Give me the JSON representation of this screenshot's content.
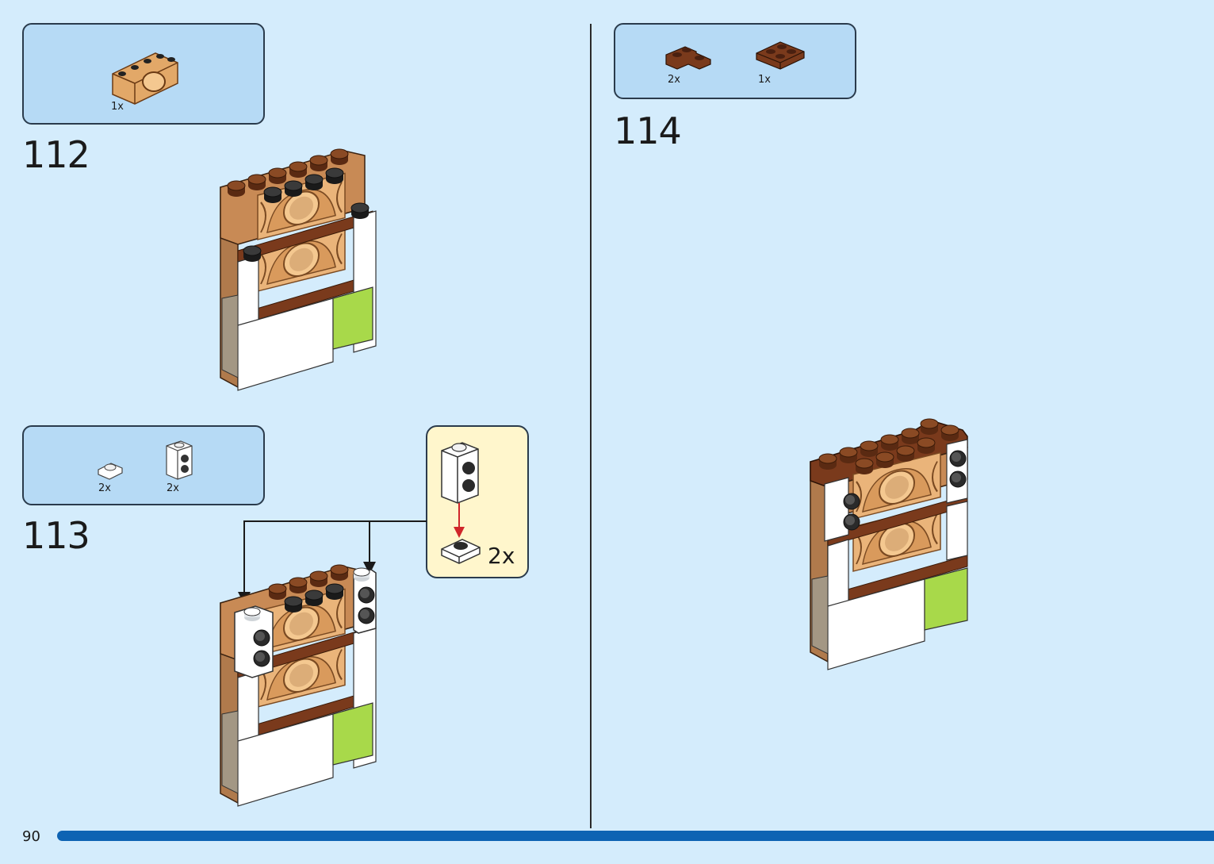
{
  "page": {
    "number": "90"
  },
  "steps": [
    {
      "number": "112",
      "parts": [
        {
          "qty": "1x",
          "icon": "tan-arch-brick-icon"
        }
      ]
    },
    {
      "number": "113",
      "parts": [
        {
          "qty": "2x",
          "icon": "white-round-plate-icon"
        },
        {
          "qty": "2x",
          "icon": "white-side-stud-brick-icon"
        }
      ],
      "callout": {
        "qty": "2x"
      }
    },
    {
      "number": "114",
      "parts": [
        {
          "qty": "2x",
          "icon": "brown-corner-plate-icon"
        },
        {
          "qty": "1x",
          "icon": "brown-plate-2x2-icon"
        }
      ]
    }
  ],
  "colors": {
    "background": "#d4ecfc",
    "parts_box": "#b6daf5",
    "callout": "#fff6cc",
    "page_bar": "#0d63b3",
    "tan": "#e2a868",
    "medium_nougat": "#b07a4c",
    "reddish_brown": "#7a3a1c",
    "lime": "#a8d94a",
    "white": "#ffffff"
  }
}
